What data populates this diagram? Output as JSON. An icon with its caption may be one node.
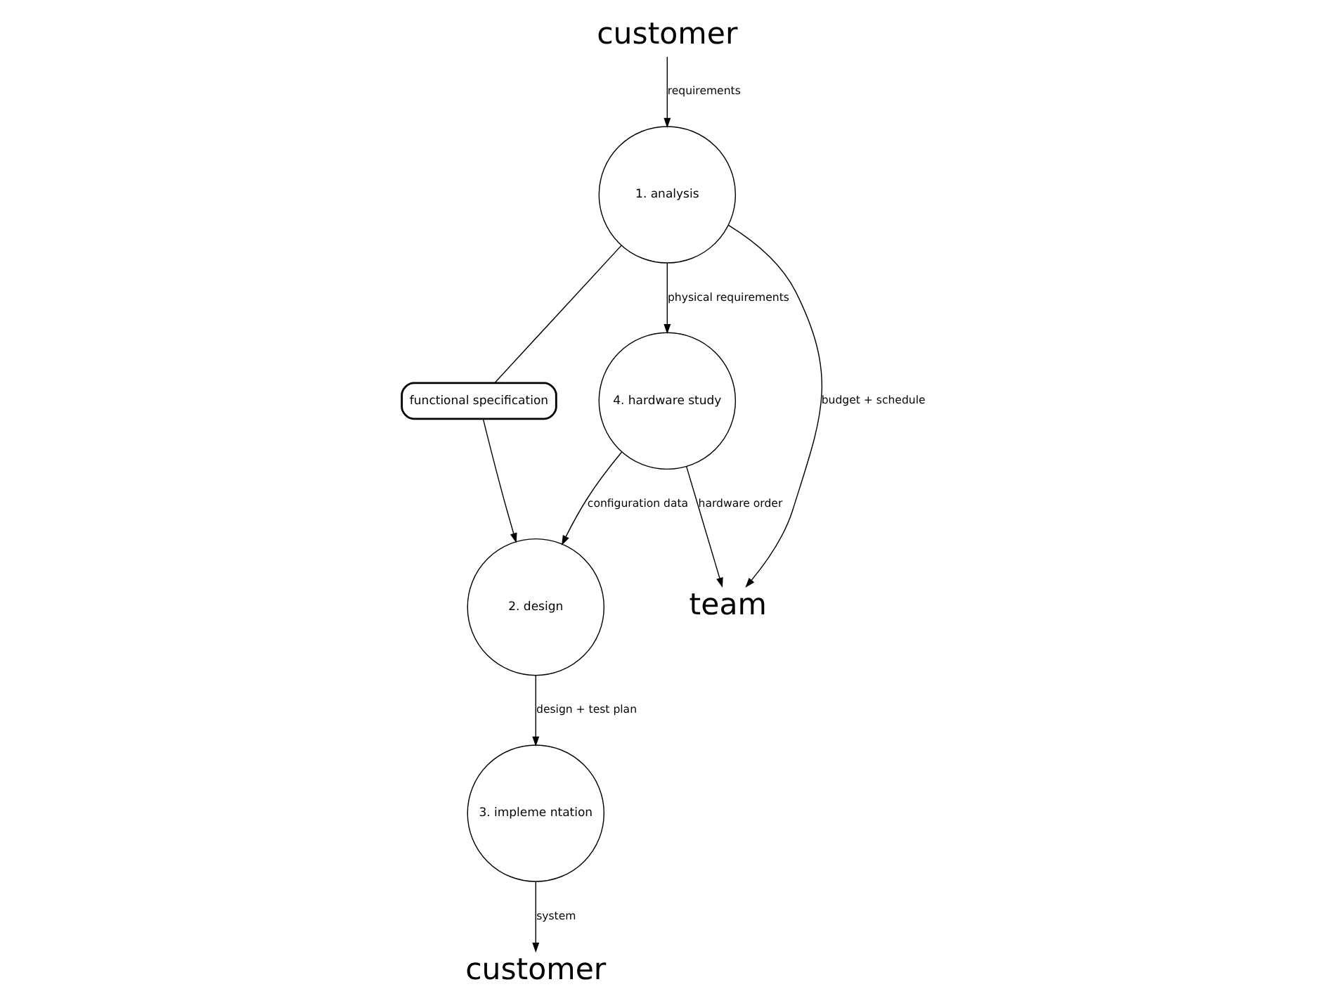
{
  "diagram": {
    "nodes": [
      {
        "text": [
          "customer"
        ]
      },
      {
        "text": [
          "1. analysis"
        ]
      },
      {
        "text": [
          "functional specification"
        ]
      },
      {
        "text": [
          "2. design"
        ]
      },
      {
        "text": [
          "3. impleme ntation"
        ]
      },
      {
        "text": [
          "customer"
        ]
      },
      {
        "text": [
          "team"
        ]
      },
      {
        "text": [
          "4. hardware study"
        ]
      }
    ],
    "edges": [
      {
        "from": 0,
        "to": 1,
        "arrow": "to",
        "label": "requirements"
      },
      {
        "from": 1,
        "to": 2,
        "arrow": "none"
      },
      {
        "from": 2,
        "to": 3,
        "arrow": "to"
      },
      {
        "from": 3,
        "to": 4,
        "arrow": "to",
        "label": "design + test plan"
      },
      {
        "from": 4,
        "to": 5,
        "arrow": "to",
        "label": "system"
      },
      {
        "from": 1,
        "to": 6,
        "arrow": "to",
        "label": "budget + schedule"
      },
      {
        "from": 1,
        "to": 7,
        "arrow": "to",
        "label": "physical requirements"
      },
      {
        "from": 7,
        "to": 3,
        "arrow": "to",
        "label": "configuration data"
      },
      {
        "from": 7,
        "to": 6,
        "arrow": "to",
        "label": "hardware order"
      }
    ]
  }
}
